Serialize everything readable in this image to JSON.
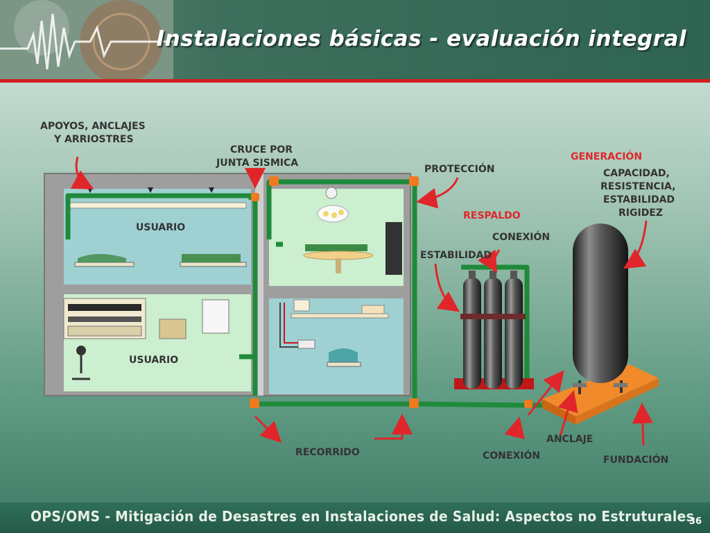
{
  "header": {
    "title": "Instalaciones básicas - evaluación integral"
  },
  "labels": {
    "apoyos_1": "APOYOS, ANCLAJES",
    "apoyos_2": "Y ARRIOSTRES",
    "cruce_1": "CRUCE POR",
    "cruce_2": "JUNTA SISMICA",
    "proteccion": "PROTECCIÓN",
    "generacion": "GENERACIÓN",
    "capacidad": "CAPACIDAD,",
    "resistencia": "RESISTENCIA,",
    "estabilidad_gen": "ESTABILIDAD",
    "rigidez": "RIGIDEZ",
    "respaldo": "RESPALDO",
    "conexion_top": "CONEXIÓN",
    "estabilidad": "ESTABILIDAD",
    "usuario_1": "USUARIO",
    "usuario_2": "USUARIO",
    "recorrido": "RECORRIDO",
    "conexion_bottom": "CONEXIÓN",
    "anclaje": "ANCLAJE",
    "fundacion": "FUNDACIÓN"
  },
  "footer": {
    "text": "OPS/OMS - Mitigación de Desastres en Instalaciones de Salud: Aspectos no Estruturales",
    "page": "36"
  },
  "colors": {
    "accent_red": "#e0262a",
    "pipe_green": "#1f8a3a",
    "joint_orange": "#f07a1e"
  }
}
